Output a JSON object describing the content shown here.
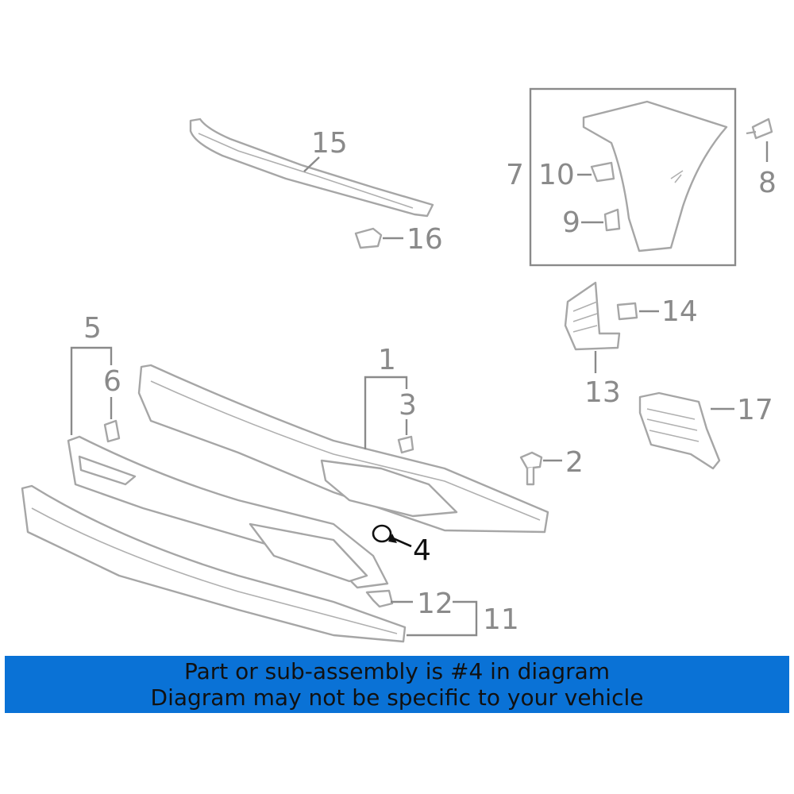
{
  "diagram": {
    "callouts": {
      "c1": "1",
      "c2": "2",
      "c3": "3",
      "c4": "4",
      "c5": "5",
      "c6": "6",
      "c7": "7",
      "c8": "8",
      "c9": "9",
      "c10": "10",
      "c11": "11",
      "c12": "12",
      "c13": "13",
      "c14": "14",
      "c15": "15",
      "c16": "16",
      "c17": "17"
    },
    "highlighted_part": "4",
    "highlight_color": "#111111",
    "callout_color": "#8a8a8a"
  },
  "banner": {
    "line1": "Part or sub-assembly is #4 in diagram",
    "line2": "Diagram may not be specific to your vehicle",
    "background": "#0a72d6"
  }
}
